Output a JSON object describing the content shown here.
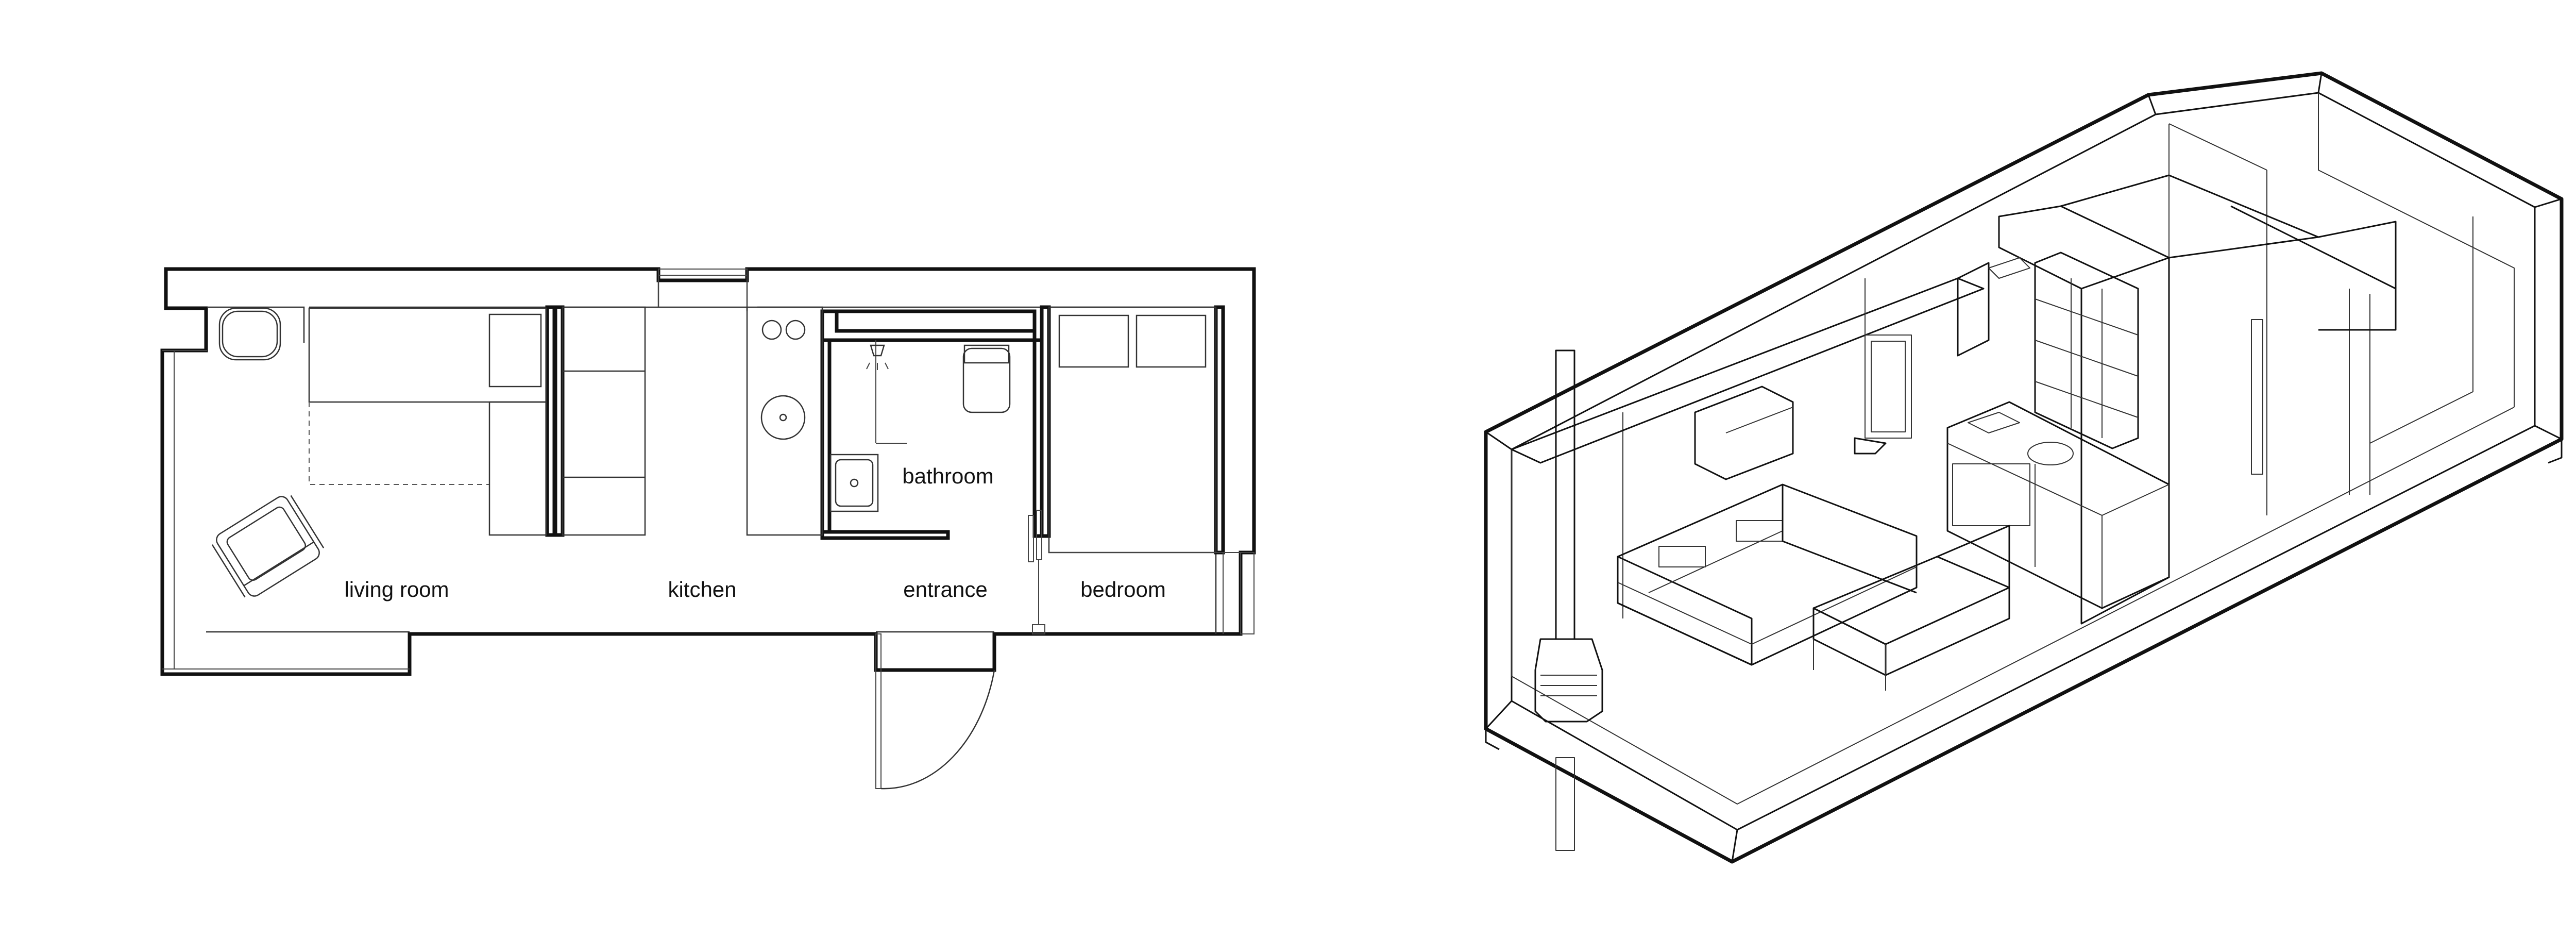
{
  "plan": {
    "rooms": {
      "living_room": "living room",
      "kitchen": "kitchen",
      "bathroom": "bathroom",
      "entrance": "entrance",
      "bedroom": "bedroom"
    }
  },
  "colors": {
    "line": "#111111",
    "background": "#ffffff"
  }
}
